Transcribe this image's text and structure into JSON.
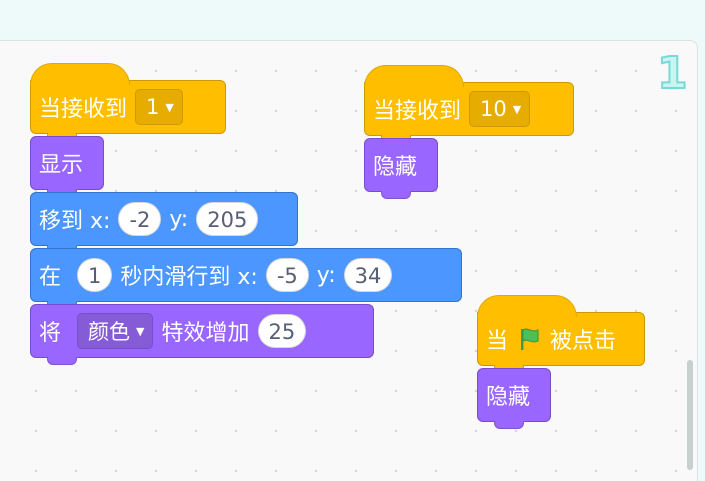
{
  "sprite_number": "1",
  "events": {
    "when_receive_label": "当接收到",
    "receive_1_value": "1",
    "receive_10_value": "10",
    "when_label": "当",
    "clicked_label": "被点击"
  },
  "looks": {
    "show_label": "显示",
    "hide_label": "隐藏",
    "set_label": "将",
    "effect_value": "颜色",
    "change_label": "特效增加",
    "change_value": "25"
  },
  "motion": {
    "goto_label": "移到 x:",
    "goto_x": "-2",
    "goto_y_label": "y:",
    "goto_y": "205",
    "glide_in_label": "在",
    "glide_secs": "1",
    "glide_label": "秒内滑行到 x:",
    "glide_x": "-5",
    "glide_y_label": "y:",
    "glide_y": "34"
  },
  "icons": {
    "dropdown": "caret-down-icon",
    "flag": "green-flag-icon"
  },
  "colors": {
    "events": "#ffbf00",
    "looks": "#9966ff",
    "motion": "#4c97ff"
  }
}
